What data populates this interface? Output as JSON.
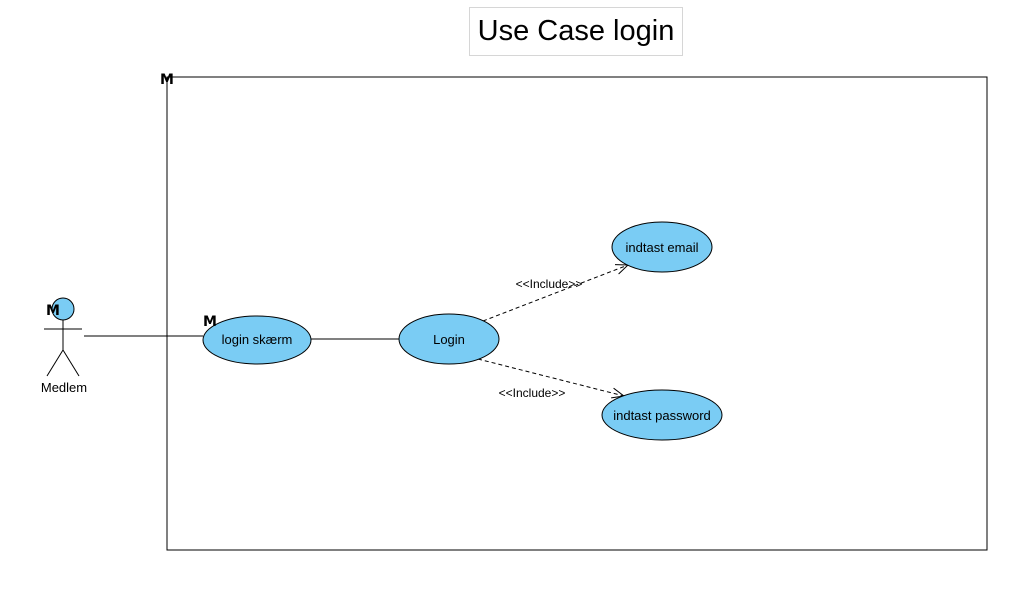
{
  "title": "Use Case login",
  "colors": {
    "usecase_fill": "#7ACCF4",
    "line": "#000000"
  },
  "system": {
    "marker": "M"
  },
  "actor": {
    "name": "Medlem",
    "marker": "M"
  },
  "use_cases": [
    {
      "id": "login-skaerm",
      "label": "login skærm",
      "marker": "M"
    },
    {
      "id": "login",
      "label": "Login"
    },
    {
      "id": "indtast-email",
      "label": "indtast email"
    },
    {
      "id": "indtast-password",
      "label": "indtast password"
    }
  ],
  "relations": [
    {
      "from": "actor",
      "to": "login-skaerm",
      "type": "association"
    },
    {
      "from": "login-skaerm",
      "to": "login",
      "type": "association"
    },
    {
      "from": "login",
      "to": "indtast-email",
      "type": "include",
      "label": "<<Include>>"
    },
    {
      "from": "login",
      "to": "indtast-password",
      "type": "include",
      "label": "<<Include>>"
    }
  ]
}
